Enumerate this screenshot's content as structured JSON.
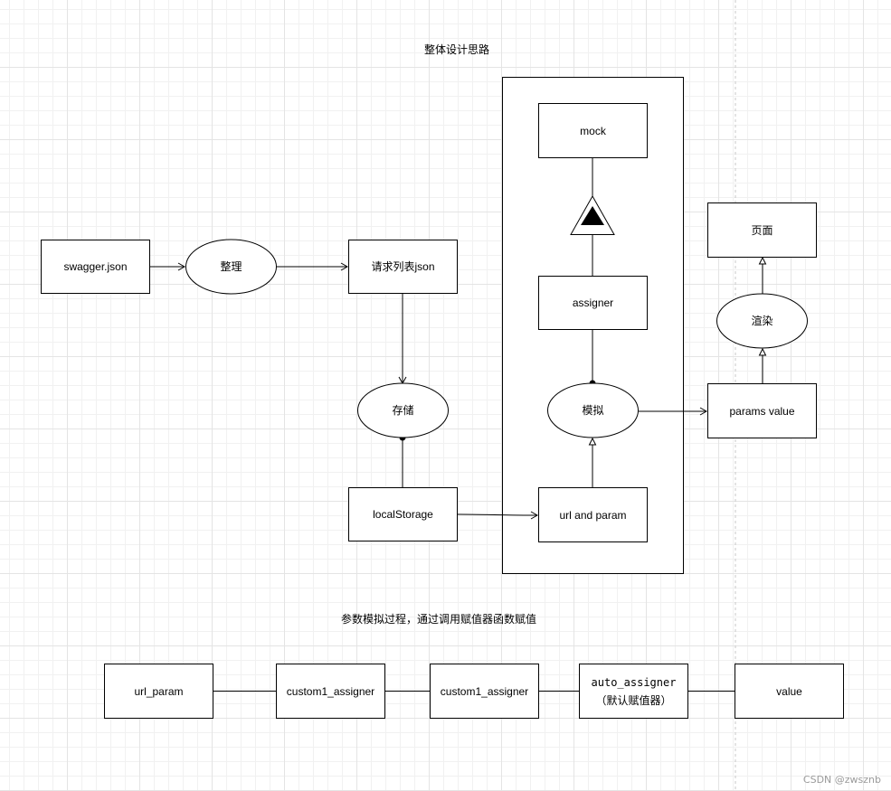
{
  "diagram": {
    "title": "整体设计思路",
    "subtitle": "参数模拟过程，通过调用赋值器函数赋值",
    "nodes": {
      "swagger_json": "swagger.json",
      "organize": "整理",
      "request_list_json": "请求列表json",
      "store": "存储",
      "local_storage": "localStorage",
      "mock": "mock",
      "assigner": "assigner",
      "simulate": "模拟",
      "url_and_param": "url and param",
      "page": "页面",
      "render": "渲染",
      "params_value": "params value",
      "url_param": "url_param",
      "custom1_assigner_a": "custom1_assigner",
      "custom1_assigner_b": "custom1_assigner",
      "auto_assigner": "auto_assigner",
      "auto_assigner_note": "（默认赋值器）",
      "value": "value"
    }
  },
  "watermark": "CSDN @zwsznb"
}
